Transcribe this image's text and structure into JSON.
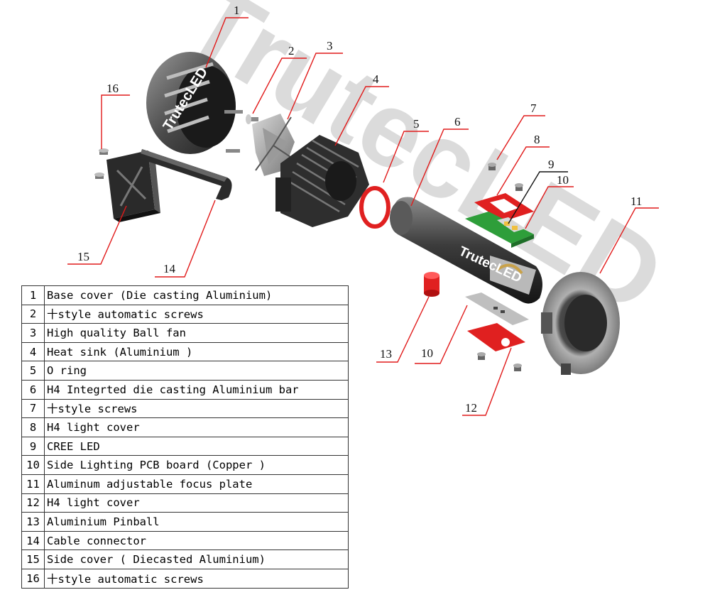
{
  "watermark": "TrutecLED",
  "brand_text": "TrutecLED",
  "callouts": [
    {
      "id": "c1",
      "number": "1"
    },
    {
      "id": "c2",
      "number": "2"
    },
    {
      "id": "c3",
      "number": "3"
    },
    {
      "id": "c4",
      "number": "4"
    },
    {
      "id": "c5",
      "number": "5"
    },
    {
      "id": "c6",
      "number": "6"
    },
    {
      "id": "c7",
      "number": "7"
    },
    {
      "id": "c8",
      "number": "8"
    },
    {
      "id": "c9",
      "number": "9"
    },
    {
      "id": "c10a",
      "number": "10"
    },
    {
      "id": "c10b",
      "number": "10"
    },
    {
      "id": "c11",
      "number": "11"
    },
    {
      "id": "c12",
      "number": "12"
    },
    {
      "id": "c13",
      "number": "13"
    },
    {
      "id": "c14",
      "number": "14"
    },
    {
      "id": "c15",
      "number": "15"
    },
    {
      "id": "c16",
      "number": "16"
    }
  ],
  "parts": [
    {
      "number": "1",
      "description": "Base cover (Die casting  Aluminium)"
    },
    {
      "number": "2",
      "description": "十style automatic screws"
    },
    {
      "number": "3",
      "description": "High quality Ball fan"
    },
    {
      "number": "4",
      "description": "Heat sink (Aluminium )"
    },
    {
      "number": "5",
      "description": "O ring"
    },
    {
      "number": "6",
      "description": "H4 Integrted die casting  Aluminium bar"
    },
    {
      "number": "7",
      "description": "十style  screws"
    },
    {
      "number": "8",
      "description": "H4 light cover"
    },
    {
      "number": "9",
      "description": "CREE LED"
    },
    {
      "number": "10",
      "description": "Side Lighting PCB board (Copper )"
    },
    {
      "number": "11",
      "description": "Aluminum adjustable focus plate"
    },
    {
      "number": "12",
      "description": "H4 light cover"
    },
    {
      "number": "13",
      "description": "Aluminium Pinball"
    },
    {
      "number": "14",
      "description": "Cable connector"
    },
    {
      "number": "15",
      "description": "Side cover ( Diecasted Aluminium)"
    },
    {
      "number": "16",
      "description": "十style  automatic  screws"
    }
  ],
  "colors": {
    "leader": "#e11a1a",
    "part_dark": "#3a3a3a",
    "part_red": "#e02020",
    "pcb_green": "#2e9e3a",
    "watermark": "#cfcfcf"
  }
}
